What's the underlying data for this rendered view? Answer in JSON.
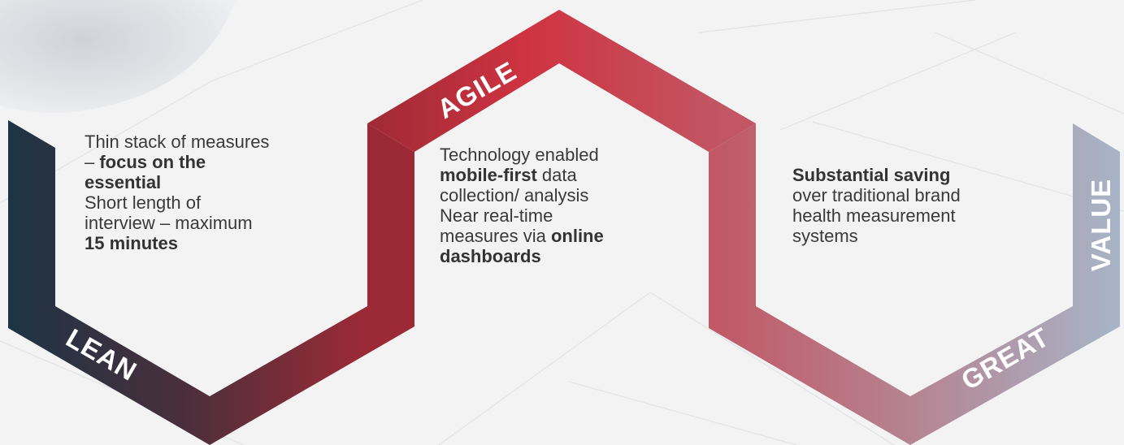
{
  "sections": [
    {
      "label": "LEAN",
      "lines": [
        {
          "plain": "Thin stack of measures",
          "bold": "",
          "after": ""
        },
        {
          "plain": "– ",
          "bold": "focus on the",
          "after": ""
        },
        {
          "plain": "",
          "bold": "essential",
          "after": ""
        },
        {
          "plain": "Short length of",
          "bold": "",
          "after": ""
        },
        {
          "plain": "interview – maximum",
          "bold": "",
          "after": ""
        },
        {
          "plain": "",
          "bold": "15 minutes",
          "after": ""
        }
      ]
    },
    {
      "label": "AGILE",
      "lines": [
        {
          "plain": "Technology enabled",
          "bold": "",
          "after": ""
        },
        {
          "plain": "",
          "bold": "mobile-first",
          "after": " data"
        },
        {
          "plain": "collection/ analysis",
          "bold": "",
          "after": ""
        },
        {
          "plain": "Near real-time",
          "bold": "",
          "after": ""
        },
        {
          "plain": "measures via ",
          "bold": "online",
          "after": ""
        },
        {
          "plain": "",
          "bold": "dashboards",
          "after": ""
        }
      ]
    },
    {
      "label": "GREAT",
      "lines": [
        {
          "plain": "",
          "bold": "Substantial saving",
          "after": ""
        },
        {
          "plain": "over traditional brand",
          "bold": "",
          "after": ""
        },
        {
          "plain": "health measurement",
          "bold": "",
          "after": ""
        },
        {
          "plain": "systems",
          "bold": "",
          "after": ""
        }
      ]
    },
    {
      "label": "VALUE",
      "lines": []
    }
  ],
  "colors": {
    "dark_navy": "#1f3344",
    "crimson": "#c8323e",
    "rose": "#c05a66",
    "steel_blue": "#a9b6c7",
    "text": "#3a3a3a"
  }
}
